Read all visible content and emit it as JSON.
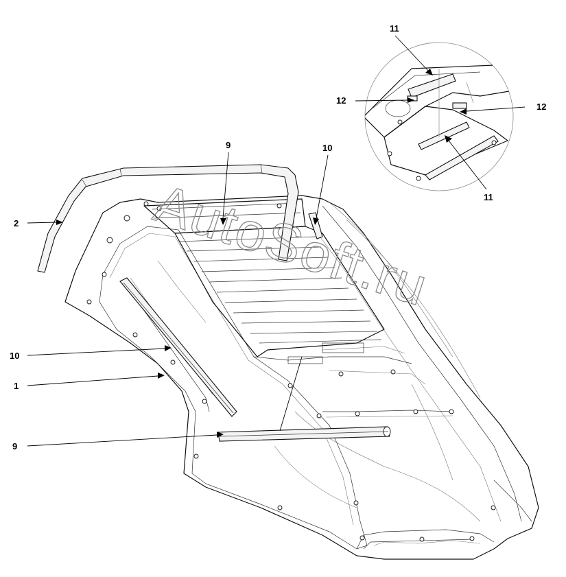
{
  "callouts": {
    "c1": "1",
    "c2": "2",
    "c9_top": "9",
    "c9_bottom": "9",
    "c10_top": "10",
    "c10_left": "10",
    "c11_top": "11",
    "c11_bottom": "11",
    "c12_left": "12",
    "c12_right": "12"
  },
  "watermark": "AutoSoft.ru"
}
